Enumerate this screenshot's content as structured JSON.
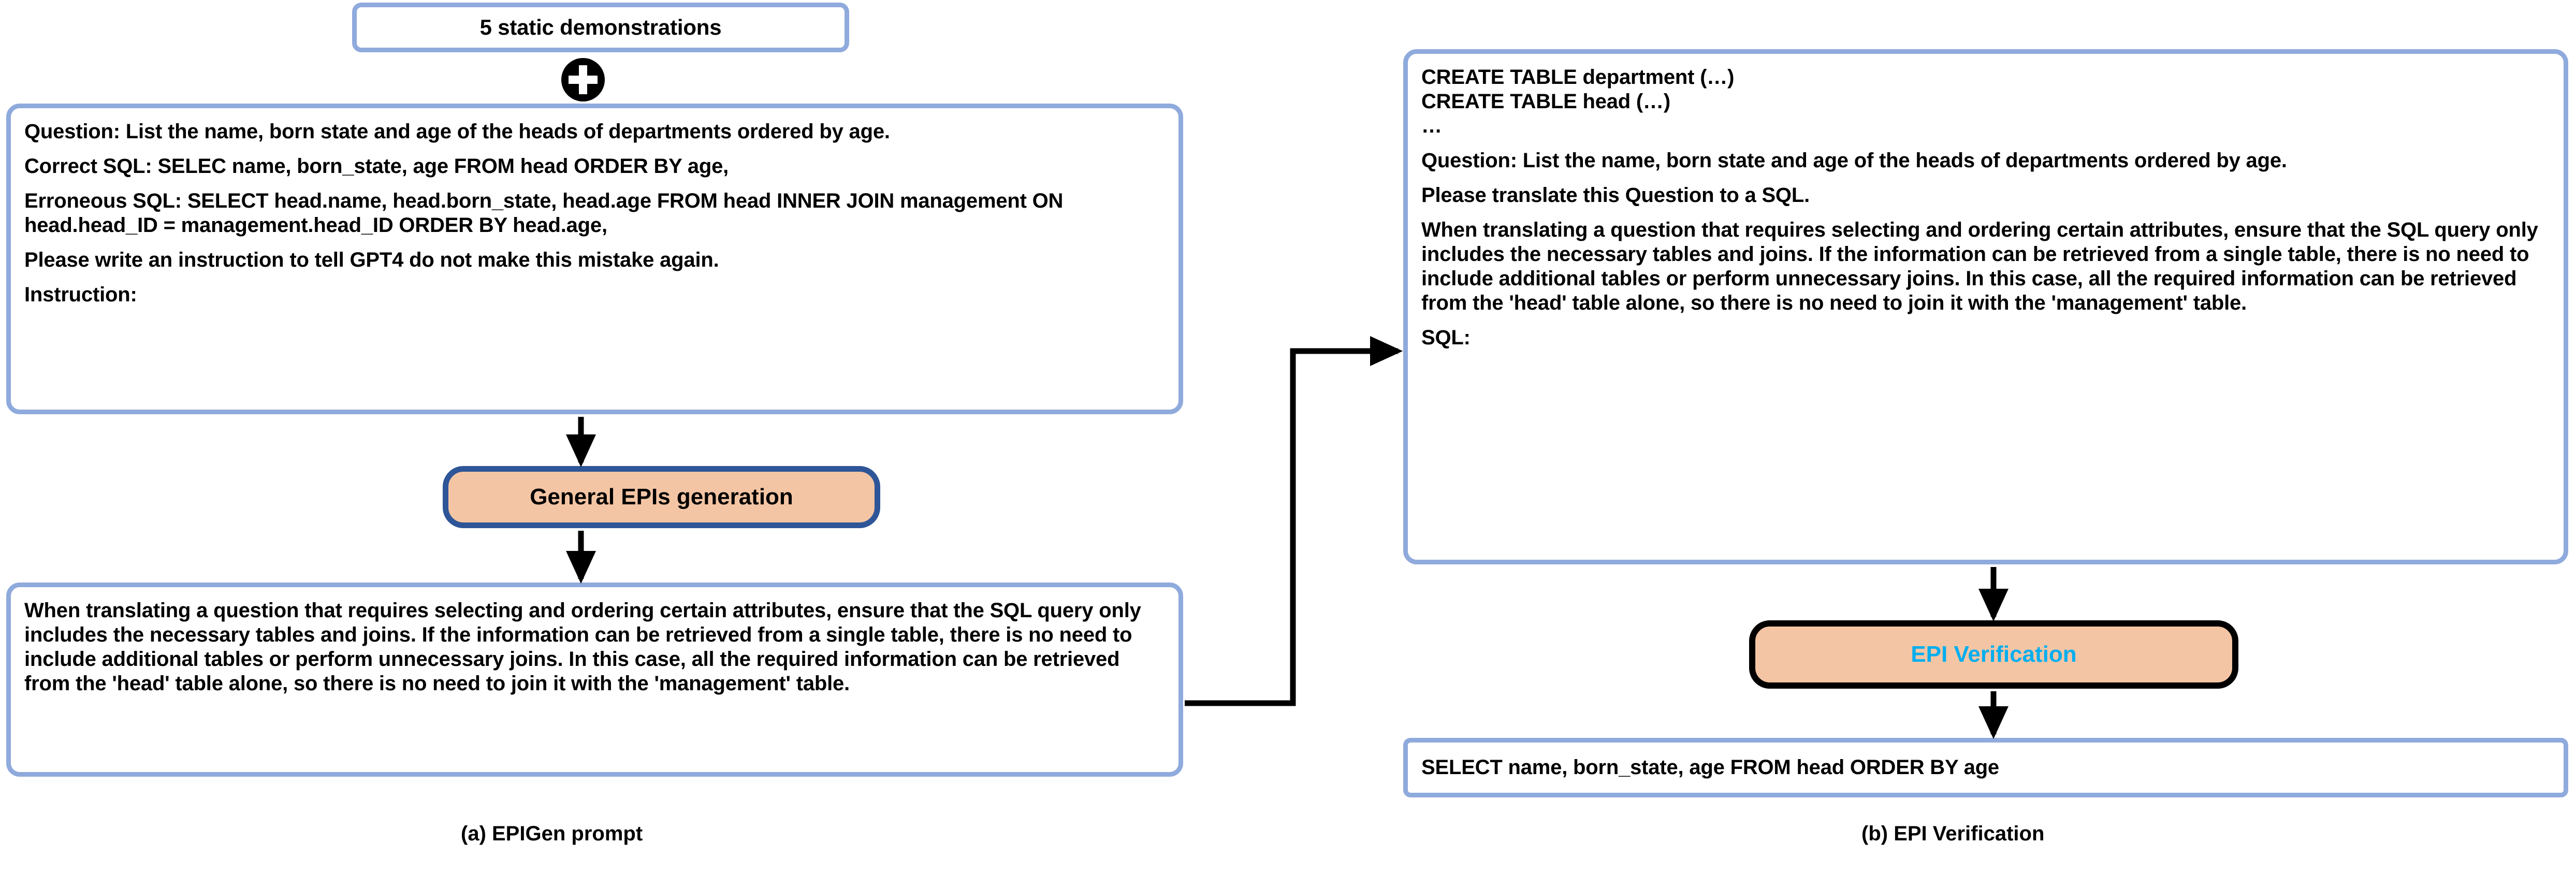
{
  "diagram": {
    "title_a": "(a) EPIGen prompt",
    "title_b": "(b) EPI Verification",
    "colors": {
      "box_border_blue": "#8FAADC",
      "node_fill_peach": "#F4C5A4",
      "node_border_blue": "#2E5597",
      "node_border_black": "#000000",
      "verify_text_cyan": "#00AEEF",
      "arrow_black": "#000000",
      "background": "#FFFFFF"
    }
  },
  "panel_a": {
    "demonstrations_box": {
      "label": "5 static demonstrations"
    },
    "plus_icon": "plus-circle-icon",
    "prompt_box": {
      "lines": [
        "Question: List the name, born state and age of the heads of departments ordered by age.",
        "Correct SQL: SELEC name, born_state, age FROM head ORDER BY age,",
        "Erroneous SQL: SELECT head.name, head.born_state, head.age FROM head INNER JOIN management ON head.head_ID = management.head_ID ORDER BY head.age,",
        "Please write an instruction to tell GPT4 do not make this mistake again.",
        "Instruction:"
      ]
    },
    "process_node": {
      "label": "General EPIs generation"
    },
    "output_box": {
      "text": "When translating a question that requires selecting and ordering certain attributes, ensure that the SQL query only includes the necessary tables and joins. If the information can be retrieved from a single table, there is no need to include additional tables or perform unnecessary joins. In this case, all the required information can be retrieved from the 'head' table alone, so there is no need to join it with the 'management' table."
    }
  },
  "panel_b": {
    "prompt_box": {
      "lines": [
        "CREATE TABLE department (…)",
        "CREATE TABLE head (…)",
        "…",
        "Question: List the name, born state and age of the heads of departments ordered by age.",
        "Please translate this Question to a SQL.",
        "When translating a question that requires selecting and ordering certain attributes, ensure that the SQL query only includes the necessary tables and joins. If the information can be retrieved from a single table, there is no need to include additional tables or perform unnecessary joins. In this case, all the required information can be retrieved from the 'head' table alone, so there is no need to join it with the 'management' table.",
        "SQL:"
      ]
    },
    "process_node": {
      "label": "EPI Verification"
    },
    "result_box": {
      "sql": "SELECT name, born_state, age FROM head ORDER BY age"
    }
  }
}
